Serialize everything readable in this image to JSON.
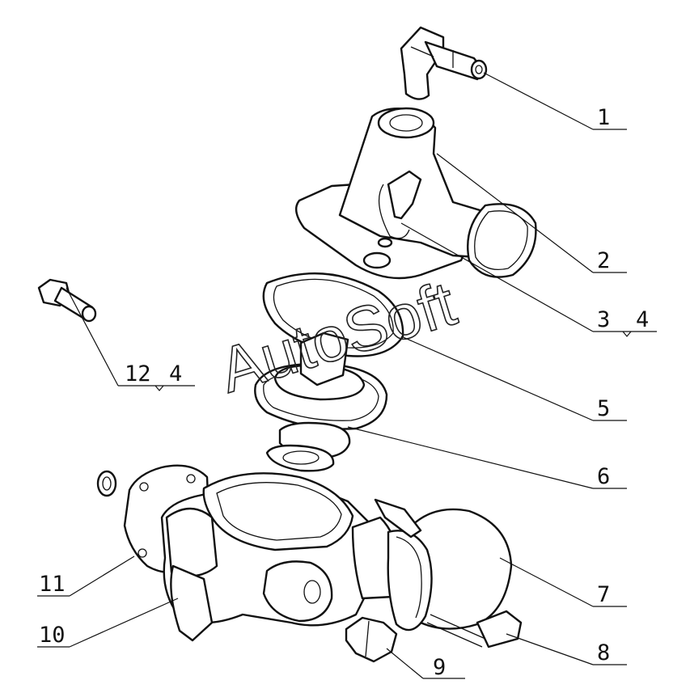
{
  "watermark": "AutoSoft",
  "callouts": [
    {
      "id": "c1",
      "label": "1"
    },
    {
      "id": "c2",
      "label": "2"
    },
    {
      "id": "c3",
      "label": "3",
      "sub": "4"
    },
    {
      "id": "c5",
      "label": "5"
    },
    {
      "id": "c6",
      "label": "6"
    },
    {
      "id": "c7",
      "label": "7"
    },
    {
      "id": "c8",
      "label": "8"
    },
    {
      "id": "c9",
      "label": "9"
    },
    {
      "id": "c10",
      "label": "10"
    },
    {
      "id": "c11",
      "label": "11"
    },
    {
      "id": "c12",
      "label": "12",
      "sub": "4"
    }
  ]
}
